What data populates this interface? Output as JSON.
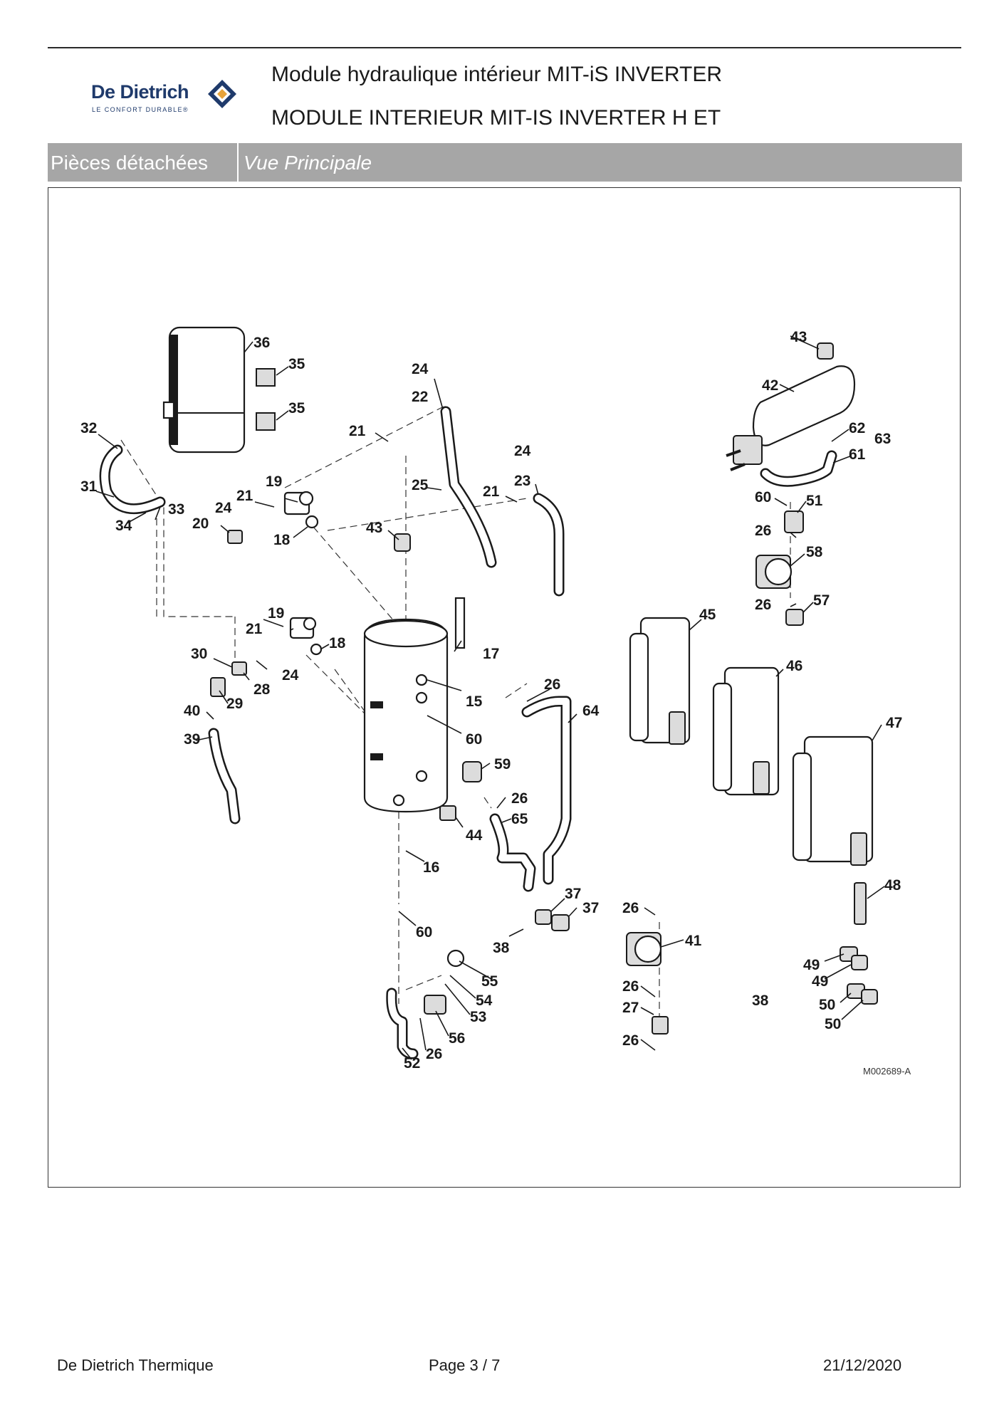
{
  "header": {
    "brand_name": "De Dietrich",
    "brand_tagline": "LE CONFORT DURABLE®",
    "title_line1": "Module hydraulique intérieur MIT-iS INVERTER",
    "title_line2": "MODULE INTERIEUR MIT-IS INVERTER H ET"
  },
  "section": {
    "category": "Pièces détachées",
    "view": "Vue Principale"
  },
  "diagram": {
    "reference": "M002689-A",
    "callouts": [
      "36",
      "35",
      "35",
      "32",
      "31",
      "34",
      "33",
      "24",
      "21",
      "19",
      "20",
      "18",
      "21",
      "22",
      "24",
      "25",
      "21",
      "23",
      "24",
      "43",
      "42",
      "62",
      "63",
      "61",
      "60",
      "51",
      "26",
      "58",
      "26",
      "57",
      "19",
      "21",
      "18",
      "17",
      "30",
      "28",
      "24",
      "29",
      "40",
      "39",
      "15",
      "26",
      "64",
      "60",
      "59",
      "26",
      "65",
      "44",
      "16",
      "60",
      "45",
      "46",
      "47",
      "37",
      "37",
      "38",
      "26",
      "41",
      "55",
      "54",
      "53",
      "56",
      "26",
      "52",
      "26",
      "27",
      "26",
      "48",
      "49",
      "49",
      "38",
      "50",
      "50"
    ]
  },
  "footer": {
    "company": "De Dietrich Thermique",
    "page": "Page   3  /  7",
    "date": "21/12/2020"
  }
}
